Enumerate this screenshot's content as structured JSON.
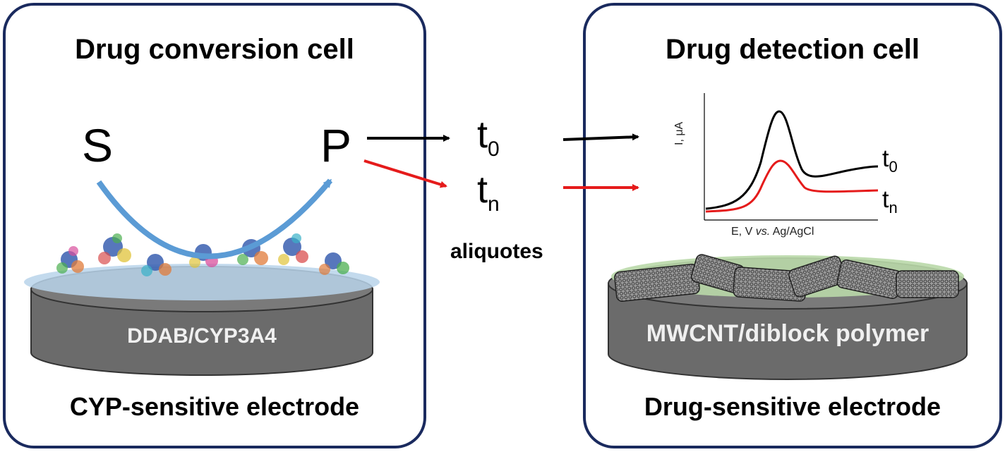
{
  "left_panel": {
    "title": "Drug conversion cell",
    "substrate": "S",
    "product": "P",
    "electrode_label": "DDAB/CYP3A4",
    "caption": "CYP-sensitive electrode"
  },
  "middle": {
    "t0_base": "t",
    "t0_sub": "0",
    "tn_base": "t",
    "tn_sub": "n",
    "aliquotes": "aliquotes"
  },
  "right_panel": {
    "title": "Drug detection cell",
    "electrode_label": "MWCNT/diblock polymer",
    "caption": "Drug-sensitive electrode"
  },
  "chart_data": {
    "type": "line",
    "xlabel": "E, V vs. Ag/AgCl",
    "ylabel": "I, μA",
    "series": [
      {
        "name": "t0",
        "color": "#000000"
      },
      {
        "name": "tn",
        "color": "#e51b1b"
      }
    ],
    "legend": "curve-end labels, right"
  },
  "colors": {
    "frame": "#1a2a5e",
    "arrow_t0": "#000000",
    "arrow_tn": "#e51b1b",
    "reaction_arrow": "#5b9bd5",
    "electrode_body": "#6b6b6b",
    "left_film": "#b8d4ea",
    "right_film": "#b9d8a8"
  }
}
